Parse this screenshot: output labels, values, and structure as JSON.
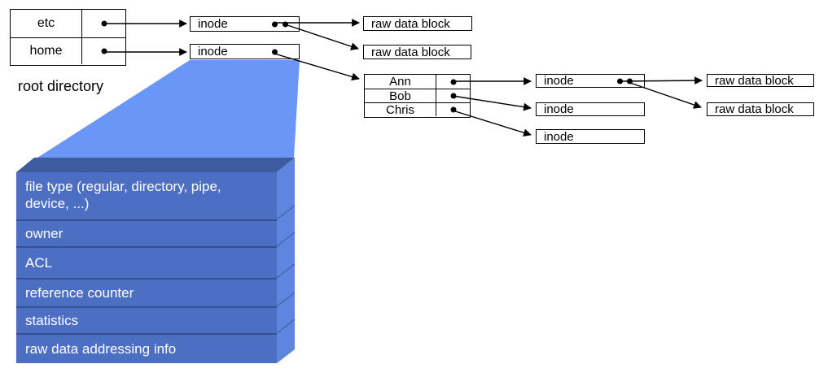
{
  "labels": {
    "inode": "inode",
    "raw_data_block": "raw data block"
  },
  "root_directory": {
    "caption": "root directory",
    "rows": [
      {
        "name": "etc"
      },
      {
        "name": "home"
      }
    ]
  },
  "home_directory": {
    "rows": [
      {
        "name": "Ann"
      },
      {
        "name": "Bob"
      },
      {
        "name": "Chris"
      }
    ]
  },
  "inode_fields": [
    "file type (regular, directory, pipe, device, ...)",
    "owner",
    "ACL",
    "reference counter",
    "statistics",
    "raw data addressing info"
  ],
  "colors": {
    "beam": "#6a96f7",
    "stack_front": "#4c6fc4",
    "stack_side": "#5e86de",
    "stack_top": "#3d5c9f",
    "row_divider": "#35508f",
    "box_border": "#000000",
    "stack_text": "#ffffff"
  }
}
